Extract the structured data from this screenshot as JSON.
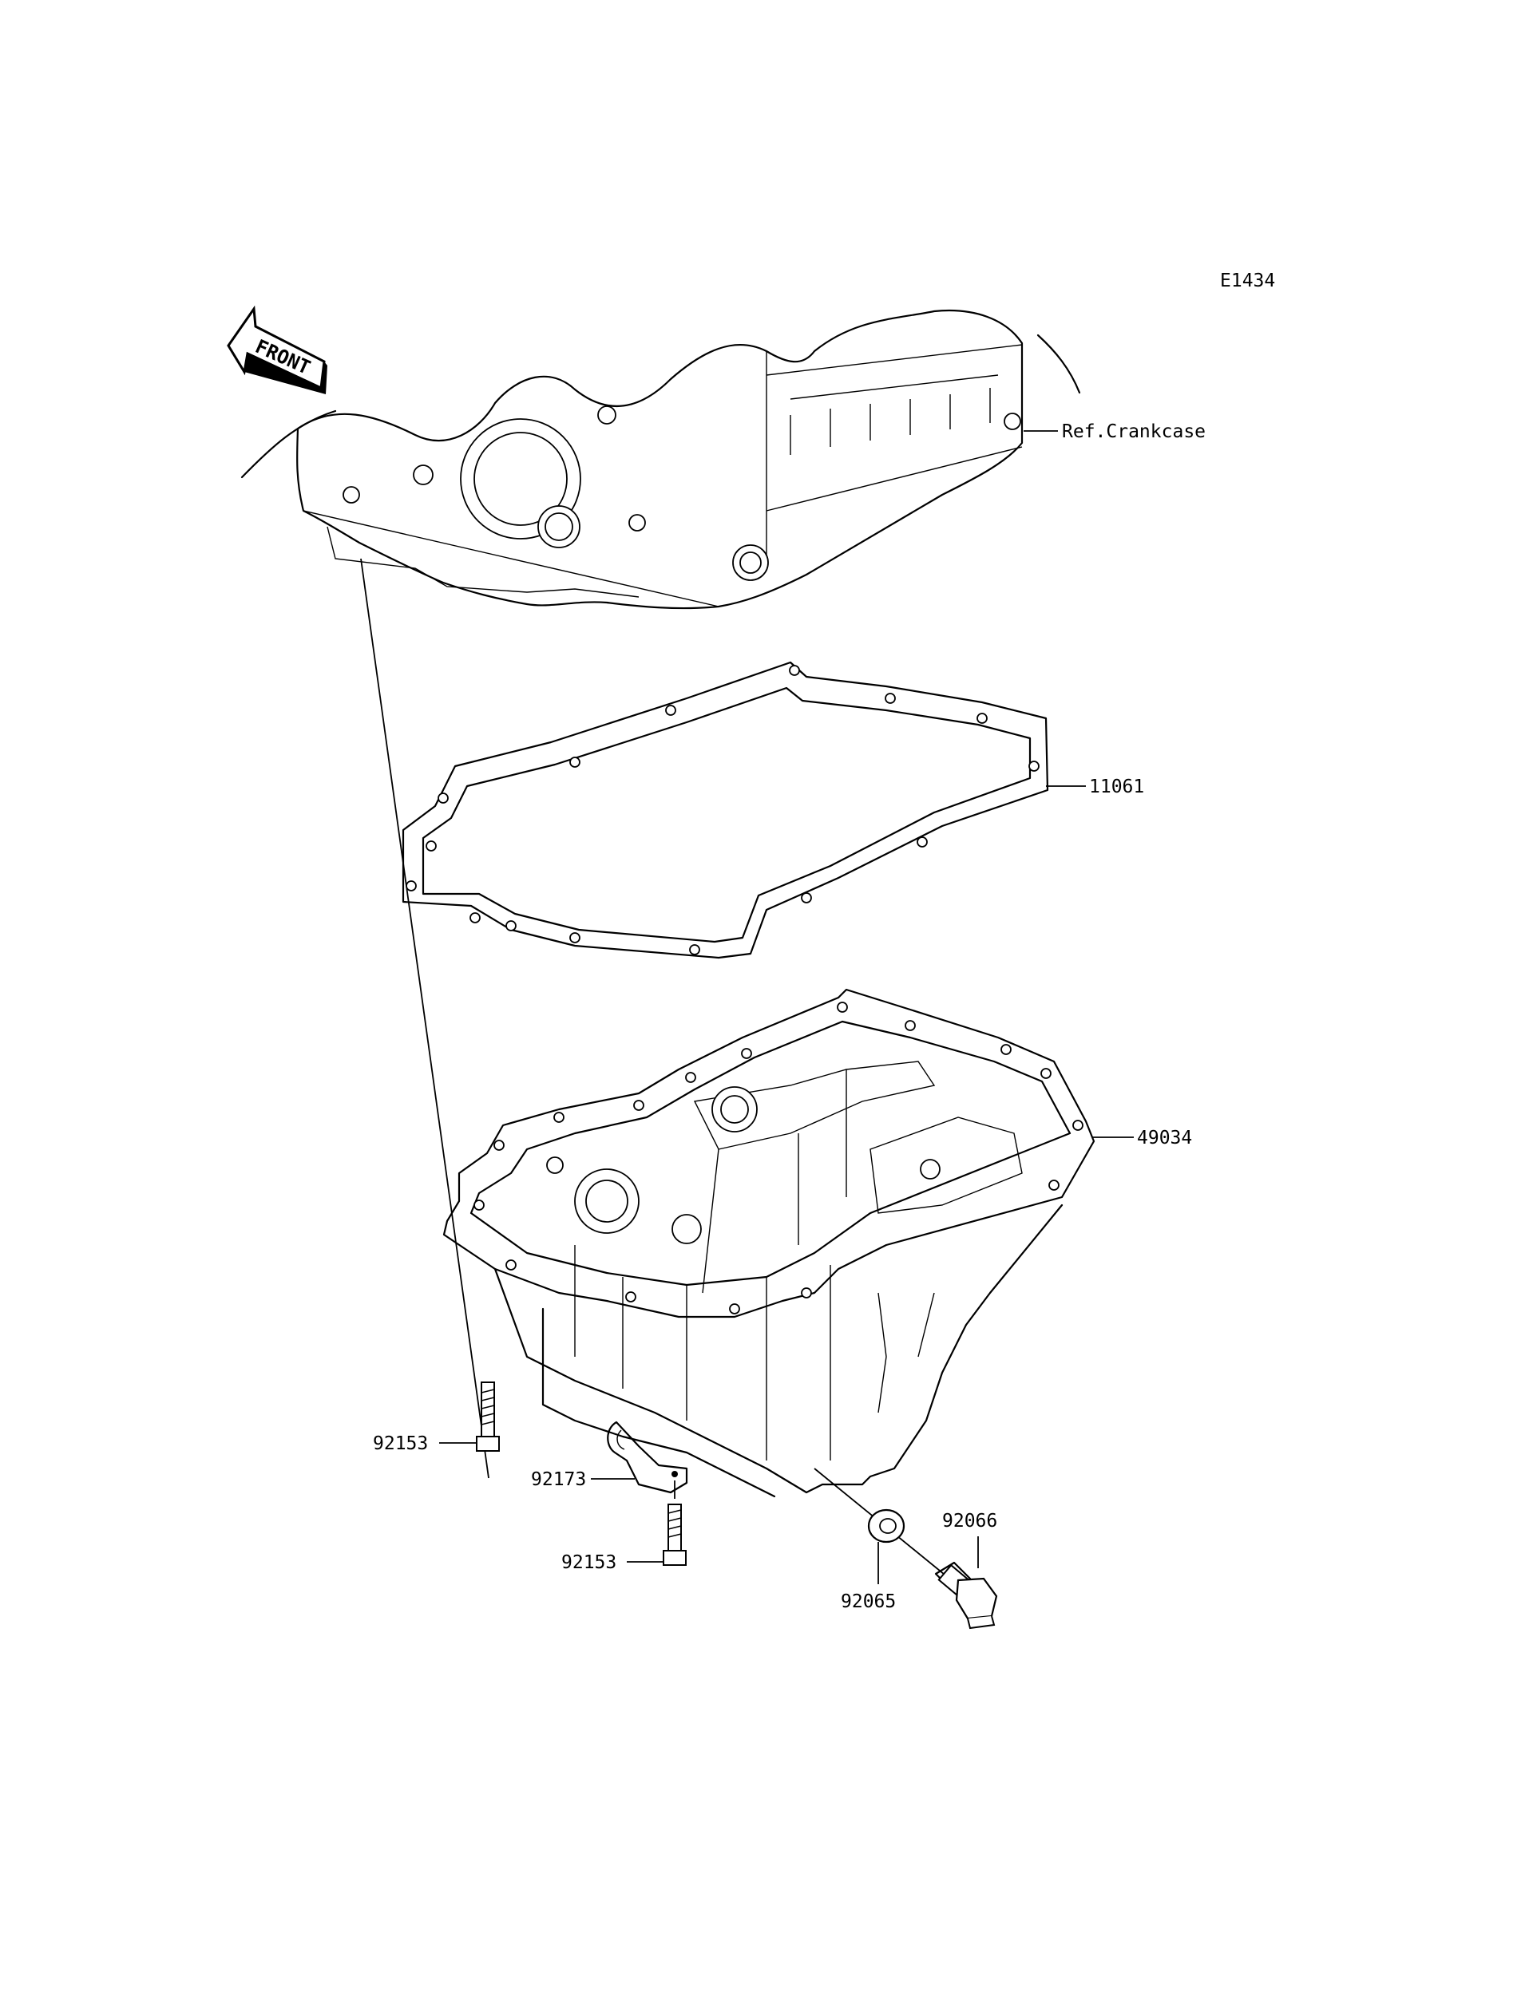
{
  "diagram_code": "E1434",
  "front_label": "FRONT",
  "callouts": {
    "crankcase": "Ref.Crankcase",
    "gasket": "11061",
    "oil_pan": "49034",
    "bolt_left": "92153",
    "clamp": "92173",
    "bolt_bottom": "92153",
    "washer": "92065",
    "drain_plug": "92066"
  }
}
